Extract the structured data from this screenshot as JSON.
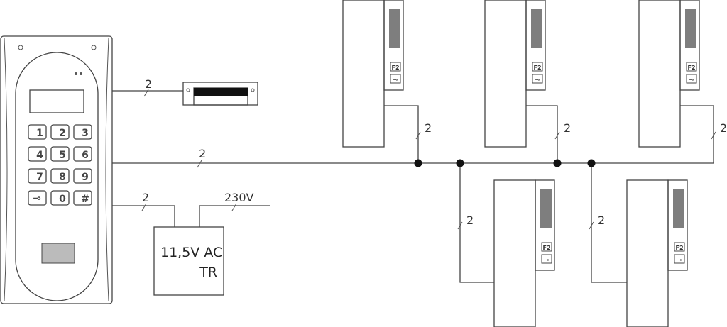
{
  "panel": {
    "keys": [
      "1",
      "2",
      "3",
      "4",
      "5",
      "6",
      "7",
      "8",
      "9",
      "key",
      "0",
      "#"
    ]
  },
  "wires": {
    "lock": "2",
    "main": "2",
    "power": "2",
    "mains": "230V",
    "handset1": "2",
    "handset2": "2",
    "handset3": "2",
    "handset4": "2",
    "handset5": "2"
  },
  "transformer": {
    "line1": "11,5V AC",
    "line2": "TR"
  },
  "handset": {
    "f2_label": "F2"
  }
}
